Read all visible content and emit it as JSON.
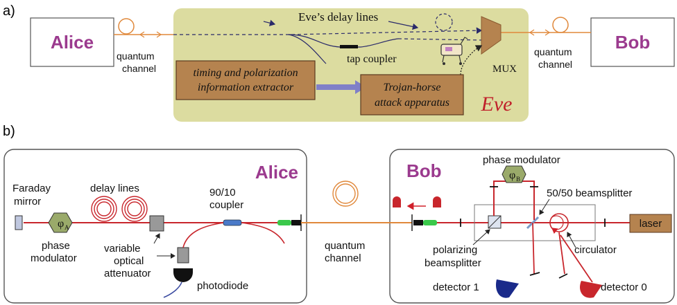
{
  "panel_a": {
    "label": "a)",
    "alice": "Alice",
    "bob": "Bob",
    "quantum_channel_left": [
      "quantum",
      "channel"
    ],
    "quantum_channel_right": [
      "quantum",
      "channel"
    ],
    "eve_delay_lines": "Eve’s delay lines",
    "tap_coupler": "tap coupler",
    "mux": "MUX",
    "extractor": [
      "timing and polarization",
      "information extractor"
    ],
    "trojan": [
      "Trojan-horse",
      "attack apparatus"
    ],
    "eve": "Eve"
  },
  "panel_b": {
    "label": "b)",
    "alice": "Alice",
    "bob": "Bob",
    "faraday_mirror": [
      "Faraday",
      "mirror"
    ],
    "phi_a": "φ",
    "phi_a_sub": "A",
    "phase_modulator_left": [
      "phase",
      "modulator"
    ],
    "delay_lines": "delay lines",
    "variable_attenuator": [
      "variable",
      "optical",
      "attenuator"
    ],
    "coupler": [
      "90/10",
      "coupler"
    ],
    "photodiode": "photodiode",
    "quantum_channel": [
      "quantum",
      "channel"
    ],
    "phase_modulator_right": "phase modulator",
    "phi_b": "φ",
    "phi_b_sub": "B",
    "beamsplitter_5050": "50/50 beamsplitter",
    "polarizing_beamsplitter": [
      "polarizing",
      "beamsplitter"
    ],
    "circulator": "circulator",
    "laser": "laser",
    "detector_1": "detector 1",
    "detector_0": "detector 0"
  },
  "colors": {
    "alice_bob_text": "#9b3a8e",
    "eve_panel": "#dcdca0",
    "eve_box": "#b5834f",
    "fiber_orange": "#e0883a",
    "red_fiber": "#c8262c",
    "arrow_blue": "#8080c8"
  }
}
